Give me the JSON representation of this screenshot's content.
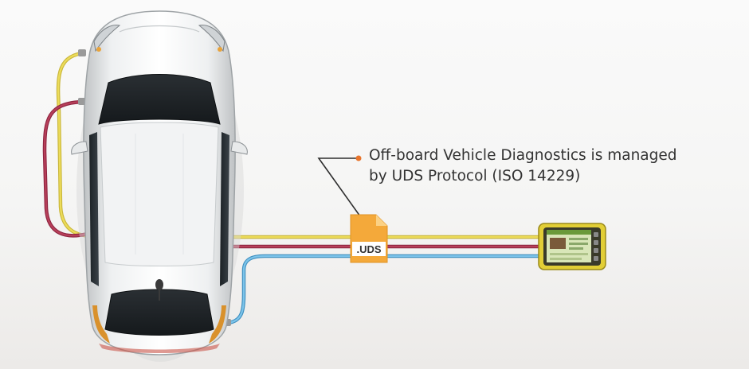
{
  "callout": {
    "line1": "Off-board Vehicle Diagnostics is managed",
    "line2": "by UDS Protocol (ISO 14229)"
  },
  "file_icon": {
    "label": ".UDS"
  },
  "colors": {
    "background": "#f7f7f6",
    "cable_yellow": "#e8d548",
    "cable_red": "#a8304a",
    "cable_blue": "#5fb0dc",
    "file_orange": "#f4a93a",
    "device_yellow": "#e6d23a",
    "callout_dot": "#e8742c",
    "text": "#333333"
  },
  "icons": [
    "car-top-view-icon",
    "document-file-icon",
    "diagnostic-tablet-icon"
  ]
}
